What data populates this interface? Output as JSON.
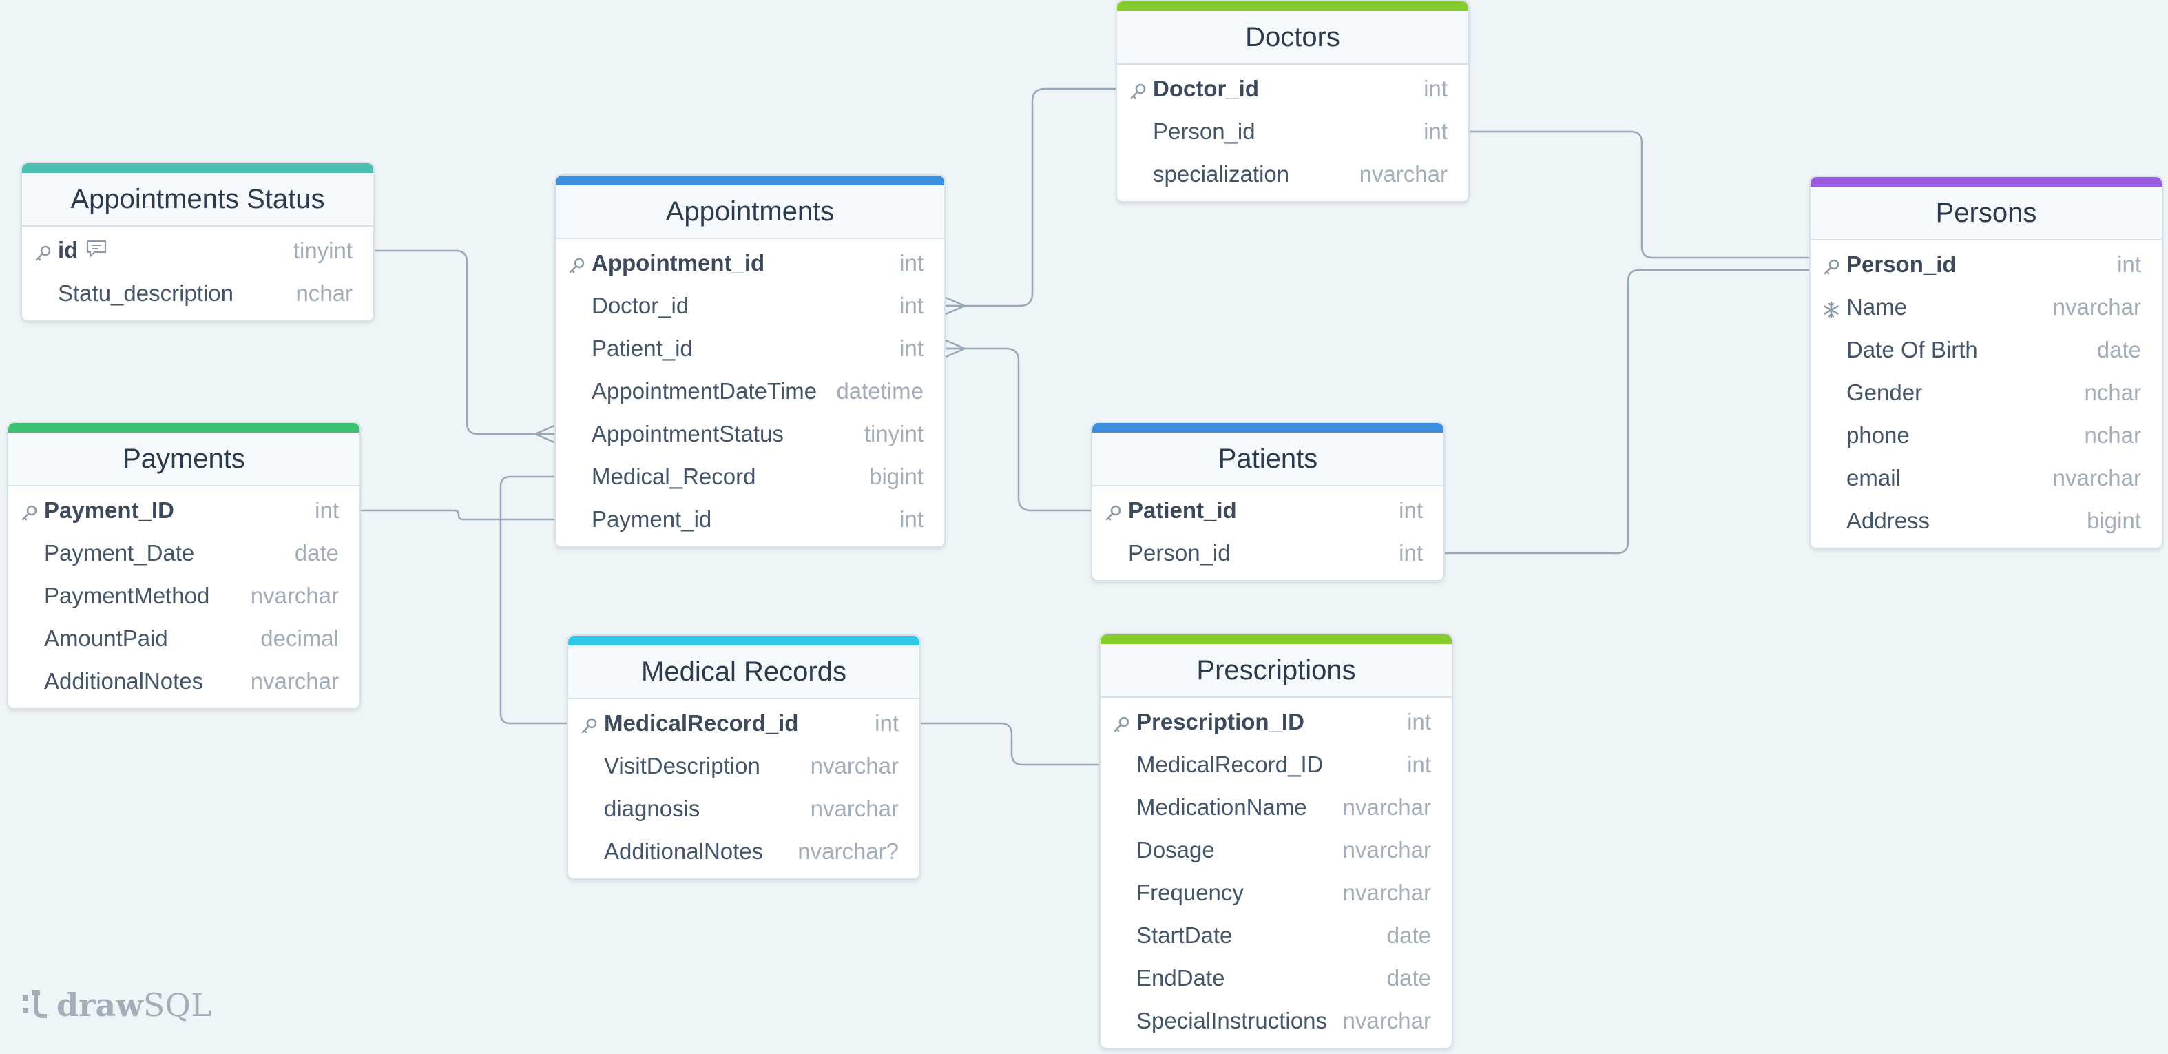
{
  "colors": {
    "background": "#eff4f7",
    "connector": "#98a8b8",
    "teal": "#4bbfb0",
    "blue": "#3e8fde",
    "green": "#3dc06f",
    "lime": "#86cc2c",
    "cyan": "#2ec9e8",
    "purple": "#9a5be0"
  },
  "logo": {
    "bold": "draw",
    "light": "SQL"
  },
  "tables": [
    {
      "id": "appointments_status",
      "title": "Appointments Status",
      "color": "teal",
      "fields": [
        {
          "name": "id",
          "type": "tinyint",
          "icon": "key-icon",
          "pk": true,
          "note": true
        },
        {
          "name": "Statu_description",
          "type": "nchar"
        }
      ]
    },
    {
      "id": "payments",
      "title": "Payments",
      "color": "green",
      "fields": [
        {
          "name": "Payment_ID",
          "type": "int",
          "icon": "key-icon",
          "pk": true
        },
        {
          "name": "Payment_Date",
          "type": "date"
        },
        {
          "name": "PaymentMethod",
          "type": "nvarchar"
        },
        {
          "name": "AmountPaid",
          "type": "decimal"
        },
        {
          "name": "AdditionalNotes",
          "type": "nvarchar"
        }
      ]
    },
    {
      "id": "appointments",
      "title": "Appointments",
      "color": "blue",
      "fields": [
        {
          "name": "Appointment_id",
          "type": "int",
          "icon": "key-icon",
          "pk": true
        },
        {
          "name": "Doctor_id",
          "type": "int"
        },
        {
          "name": "Patient_id",
          "type": "int"
        },
        {
          "name": "AppointmentDateTime",
          "type": "datetime"
        },
        {
          "name": "AppointmentStatus",
          "type": "tinyint"
        },
        {
          "name": "Medical_Record",
          "type": "bigint"
        },
        {
          "name": "Payment_id",
          "type": "int"
        }
      ]
    },
    {
      "id": "medical_records",
      "title": "Medical Records",
      "color": "cyan",
      "fields": [
        {
          "name": "MedicalRecord_id",
          "type": "int",
          "icon": "key-icon",
          "pk": true
        },
        {
          "name": "VisitDescription",
          "type": "nvarchar"
        },
        {
          "name": "diagnosis",
          "type": "nvarchar"
        },
        {
          "name": "AdditionalNotes",
          "type": "nvarchar?"
        }
      ]
    },
    {
      "id": "doctors",
      "title": "Doctors",
      "color": "lime",
      "fields": [
        {
          "name": "Doctor_id",
          "type": "int",
          "icon": "key-icon",
          "pk": true
        },
        {
          "name": "Person_id",
          "type": "int"
        },
        {
          "name": "specialization",
          "type": "nvarchar"
        }
      ]
    },
    {
      "id": "patients",
      "title": "Patients",
      "color": "blue",
      "fields": [
        {
          "name": "Patient_id",
          "type": "int",
          "icon": "key-icon",
          "pk": true
        },
        {
          "name": "Person_id",
          "type": "int"
        }
      ]
    },
    {
      "id": "prescriptions",
      "title": "Prescriptions",
      "color": "lime",
      "fields": [
        {
          "name": "Prescription_ID",
          "type": "int",
          "icon": "key-icon",
          "pk": true
        },
        {
          "name": "MedicalRecord_ID",
          "type": "int"
        },
        {
          "name": "MedicationName",
          "type": "nvarchar"
        },
        {
          "name": "Dosage",
          "type": "nvarchar"
        },
        {
          "name": "Frequency",
          "type": "nvarchar"
        },
        {
          "name": "StartDate",
          "type": "date"
        },
        {
          "name": "EndDate",
          "type": "date"
        },
        {
          "name": "SpecialInstructions",
          "type": "nvarchar"
        }
      ]
    },
    {
      "id": "persons",
      "title": "Persons",
      "color": "purple",
      "fields": [
        {
          "name": "Person_id",
          "type": "int",
          "icon": "key-icon",
          "pk": true
        },
        {
          "name": "Name",
          "type": "nvarchar",
          "icon": "snowflake-icon"
        },
        {
          "name": "Date Of Birth",
          "type": "date"
        },
        {
          "name": "Gender",
          "type": "nchar"
        },
        {
          "name": "phone",
          "type": "nchar"
        },
        {
          "name": "email",
          "type": "nvarchar"
        },
        {
          "name": "Address",
          "type": "bigint"
        }
      ]
    }
  ],
  "relations": [
    {
      "from": "appointments_status.id",
      "to": "appointments.AppointmentStatus",
      "kind": "one-to-many"
    },
    {
      "from": "payments.Payment_ID",
      "to": "appointments.Payment_id",
      "kind": "one-to-one"
    },
    {
      "from": "medical_records.MedicalRecord_id",
      "to": "appointments.Medical_Record",
      "kind": "one-to-one"
    },
    {
      "from": "doctors.Doctor_id",
      "to": "appointments.Doctor_id",
      "kind": "one-to-many"
    },
    {
      "from": "patients.Patient_id",
      "to": "appointments.Patient_id",
      "kind": "one-to-many"
    },
    {
      "from": "medical_records.MedicalRecord_id",
      "to": "prescriptions.MedicalRecord_ID",
      "kind": "one-to-one"
    },
    {
      "from": "persons.Person_id",
      "to": "doctors.Person_id",
      "kind": "one-to-one"
    },
    {
      "from": "persons.Person_id",
      "to": "patients.Person_id",
      "kind": "one-to-one"
    }
  ]
}
